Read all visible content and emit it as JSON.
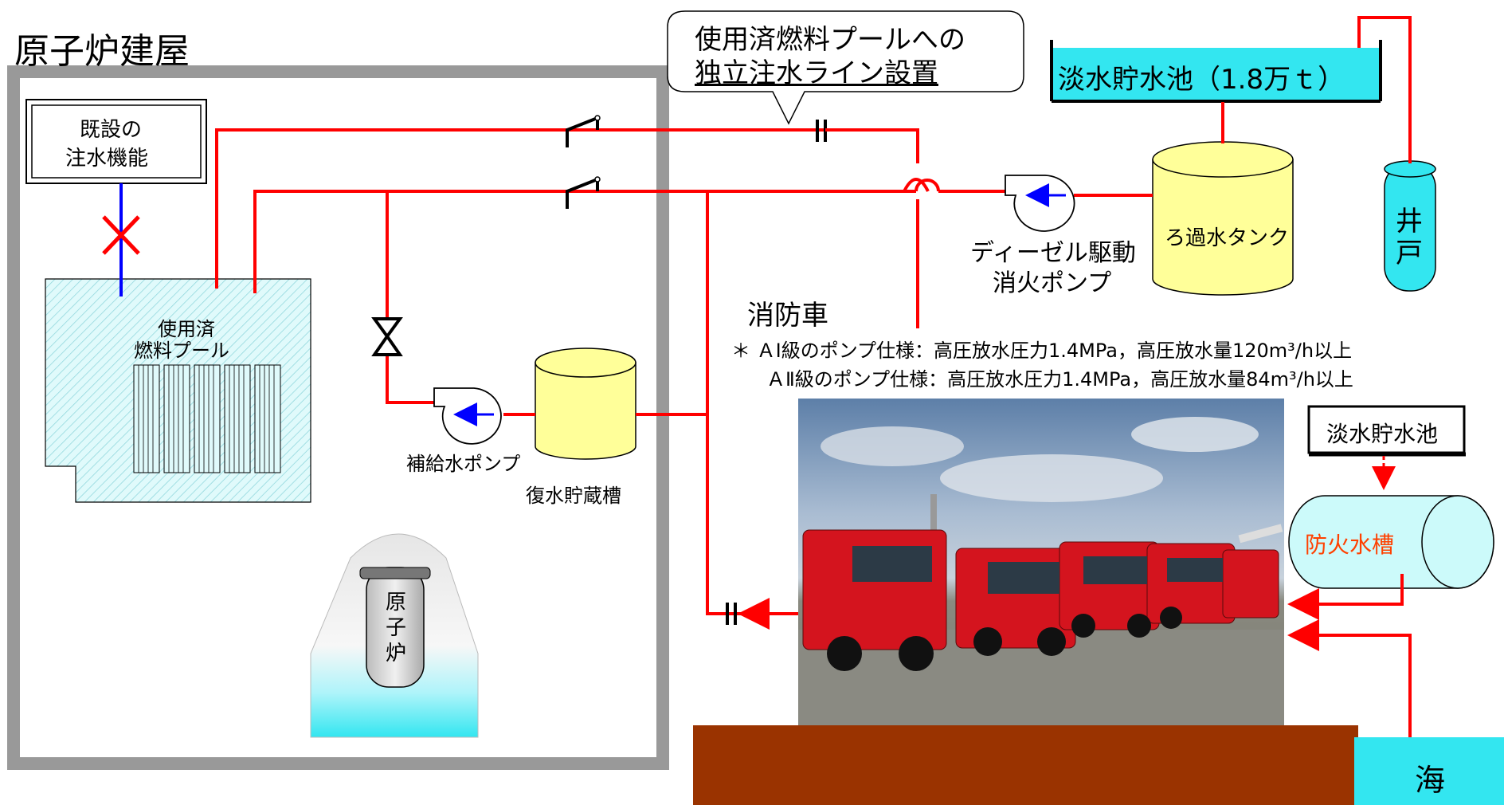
{
  "building_title": "原子炉建屋",
  "existing_function": {
    "line1": "既設の",
    "line2": "注水機能"
  },
  "spent_fuel_pool": {
    "line1": "使用済",
    "line2": "燃料プール"
  },
  "callout": {
    "line1": "使用済燃料プールへの",
    "line2": "独立注水ライン設置"
  },
  "freshwater_reservoir_main": "淡水貯水池（1.8万ｔ）",
  "filtered_water_tank": "ろ過水タンク",
  "well": {
    "line1": "井",
    "line2": "戸"
  },
  "diesel_pump": {
    "line1": "ディーゼル駆動",
    "line2": "消火ポンプ"
  },
  "fire_truck_title": "消防車",
  "pump_specs": {
    "line1": "＊ ＡⅠ級のポンプ仕様：高圧放水圧力1.4MPa，高圧放水量120m³/h以上",
    "line2": "ＡⅡ級のポンプ仕様：高圧放水圧力1.4MPa，高圧放水量84m³/h以上"
  },
  "makeup_pump": "補給水ポンプ",
  "condensate_tank": "復水貯蔵槽",
  "reactor": {
    "line1": "原",
    "line2": "子",
    "line3": "炉"
  },
  "freshwater_reservoir_small": "淡水貯水池",
  "fire_cistern": "防火水槽",
  "sea": "海",
  "colors": {
    "pipe": "#ff0000",
    "existing_line": "#0000ff",
    "building_wall": "#999999",
    "pool_fill": "#dff8fa",
    "tank_fill": "#ffff99",
    "cyan_fill": "#33e6f0",
    "cistern_fill": "#ccfafa",
    "ground": "#9a3300",
    "cistern_text": "#ff4000"
  }
}
